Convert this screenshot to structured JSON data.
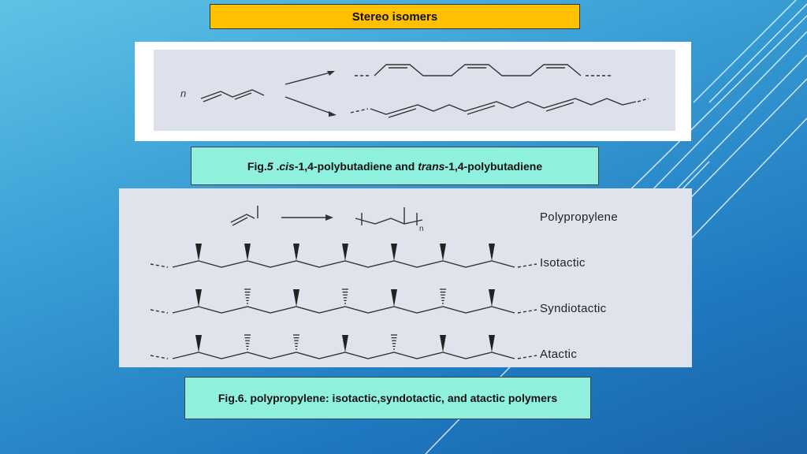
{
  "slide": {
    "title": "Stereo isomers"
  },
  "figure5": {
    "monomer_label": "n",
    "caption": {
      "prefix": "Fig.",
      "number": "5",
      "sep": " .",
      "cis": "cis",
      "middle": "-1,4-polybutadiene and ",
      "trans": "trans",
      "suffix": "-1,4-polybutadiene"
    }
  },
  "figure6": {
    "subscript": "n",
    "labels": {
      "polypropylene": "Polypropylene",
      "isotactic": "Isotactic",
      "syndiotactic": "Syndiotactic",
      "atactic": "Atactic"
    },
    "caption": "Fig.6. polypropylene: isotactic,syndotactic, and atactic polymers"
  },
  "colors": {
    "title_bg": "#ffc000",
    "caption_bg": "#8ff0de"
  }
}
